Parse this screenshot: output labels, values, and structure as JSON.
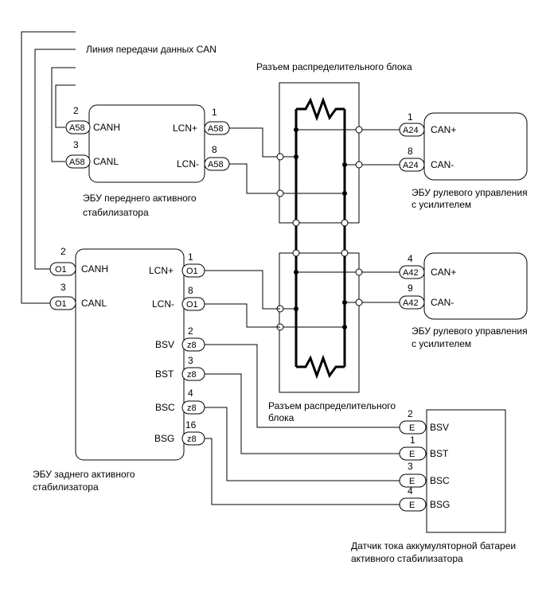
{
  "can_line_label": "Линия передачи данных CAN",
  "junction_top_label": "Разъем распределительного блока",
  "junction_bottom_label_1": "Разъем распределительного",
  "junction_bottom_label_2": "блока",
  "front_ecu": {
    "caption_1": "ЭБУ переднего активного",
    "caption_2": "стабилизатора",
    "pins": [
      {
        "num": "2",
        "conn": "A58",
        "name": "CANH"
      },
      {
        "num": "3",
        "conn": "A58",
        "name": "CANL"
      },
      {
        "num": "1",
        "conn": "A58",
        "name": "LCN+"
      },
      {
        "num": "8",
        "conn": "A58",
        "name": "LCN-"
      }
    ]
  },
  "rear_ecu": {
    "caption_1": "ЭБУ заднего активного",
    "caption_2": "стабилизатора",
    "pins": [
      {
        "num": "2",
        "conn": "O1",
        "name": "CANH"
      },
      {
        "num": "3",
        "conn": "O1",
        "name": "CANL"
      },
      {
        "num": "1",
        "conn": "O1",
        "name": "LCN+"
      },
      {
        "num": "8",
        "conn": "O1",
        "name": "LCN-"
      },
      {
        "num": "2",
        "conn": "z8",
        "name": "BSV"
      },
      {
        "num": "3",
        "conn": "z8",
        "name": "BST"
      },
      {
        "num": "4",
        "conn": "z8",
        "name": "BSC"
      },
      {
        "num": "16",
        "conn": "z8",
        "name": "BSG"
      }
    ]
  },
  "steering_ecu_top": {
    "caption_1": "ЭБУ рулевого управления",
    "caption_2": "с усилителем",
    "pins": [
      {
        "num": "1",
        "conn": "A24",
        "name": "CAN+"
      },
      {
        "num": "8",
        "conn": "A24",
        "name": "CAN-"
      }
    ]
  },
  "steering_ecu_bottom": {
    "caption_1": "ЭБУ рулевого управления",
    "caption_2": "с усилителем",
    "pins": [
      {
        "num": "4",
        "conn": "A42",
        "name": "CAN+"
      },
      {
        "num": "9",
        "conn": "A42",
        "name": "CAN-"
      }
    ]
  },
  "battery_sensor": {
    "caption_1": "Датчик тока аккумуляторной батареи",
    "caption_2": "активного стабилизатора",
    "pins": [
      {
        "num": "2",
        "conn": "E",
        "name": "BSV"
      },
      {
        "num": "1",
        "conn": "E",
        "name": "BST"
      },
      {
        "num": "3",
        "conn": "E",
        "name": "BSC"
      },
      {
        "num": "4",
        "conn": "E",
        "name": "BSG"
      }
    ]
  }
}
